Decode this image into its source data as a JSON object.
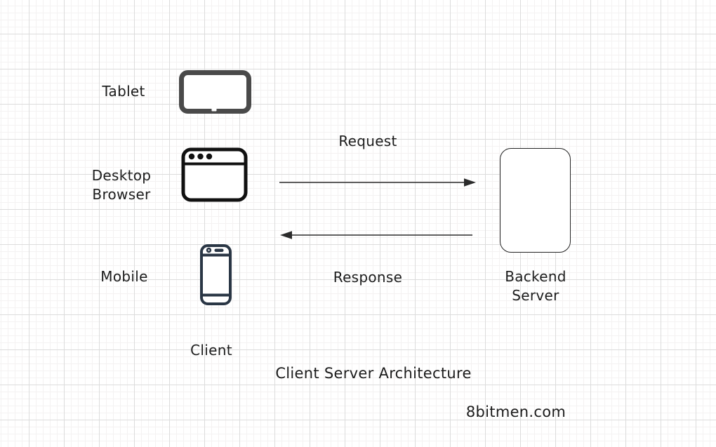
{
  "title": "Client Server Architecture",
  "watermark": "8bitmen.com",
  "nodes": {
    "tablet": {
      "label": "Tablet"
    },
    "desktop_browser": {
      "label_line1": "Desktop",
      "label_line2": "Browser"
    },
    "mobile": {
      "label": "Mobile"
    },
    "client_group": {
      "label": "Client"
    },
    "backend_server": {
      "label_line1": "Backend",
      "label_line2": "Server"
    }
  },
  "arrows": {
    "request": {
      "label": "Request",
      "direction": "right",
      "from": "client",
      "to": "backend_server"
    },
    "response": {
      "label": "Response",
      "direction": "left",
      "from": "backend_server",
      "to": "client"
    }
  },
  "icons": {
    "tablet": "tablet-icon",
    "desktop_browser": "browser-window-icon",
    "mobile": "mobile-phone-icon",
    "backend_server": "rounded-rectangle-node"
  },
  "colors": {
    "background": "#ffffff",
    "text": "#1c1c1c",
    "tablet_icon": "#4a4a4a",
    "browser_icon": "#111111",
    "mobile_icon": "#2a3645",
    "arrow": "#2b2b2b",
    "box_border": "#222222",
    "grid_minor": "#f4f2f2",
    "grid_major": "#dcdcdc"
  }
}
